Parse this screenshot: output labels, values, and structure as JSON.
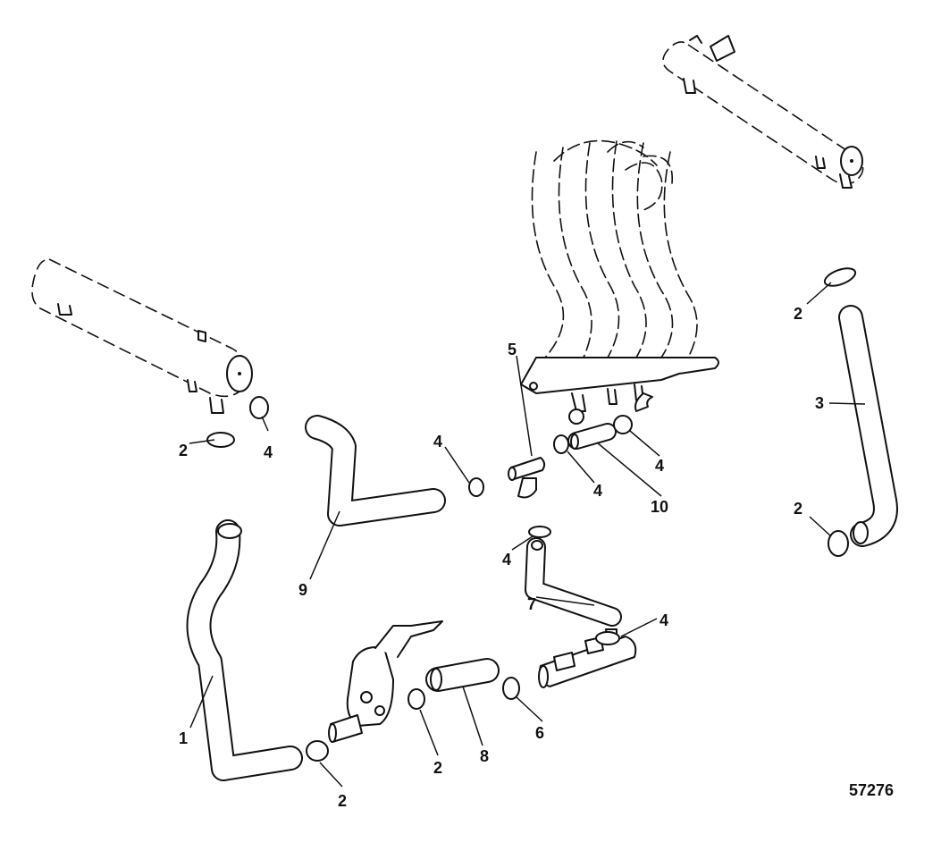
{
  "figure_number": "57276",
  "callouts": [
    {
      "id": "c1",
      "text": "1"
    },
    {
      "id": "c2a",
      "text": "2"
    },
    {
      "id": "c2b",
      "text": "2"
    },
    {
      "id": "c2c",
      "text": "2"
    },
    {
      "id": "c2d",
      "text": "2"
    },
    {
      "id": "c2e",
      "text": "2"
    },
    {
      "id": "c3",
      "text": "3"
    },
    {
      "id": "c4a",
      "text": "4"
    },
    {
      "id": "c4b",
      "text": "4"
    },
    {
      "id": "c4c",
      "text": "4"
    },
    {
      "id": "c4d",
      "text": "4"
    },
    {
      "id": "c4e",
      "text": "4"
    },
    {
      "id": "c4f",
      "text": "4"
    },
    {
      "id": "c5",
      "text": "5"
    },
    {
      "id": "c6",
      "text": "6"
    },
    {
      "id": "c7",
      "text": "7"
    },
    {
      "id": "c8",
      "text": "8"
    },
    {
      "id": "c9",
      "text": "9"
    },
    {
      "id": "c10",
      "text": "10"
    }
  ]
}
